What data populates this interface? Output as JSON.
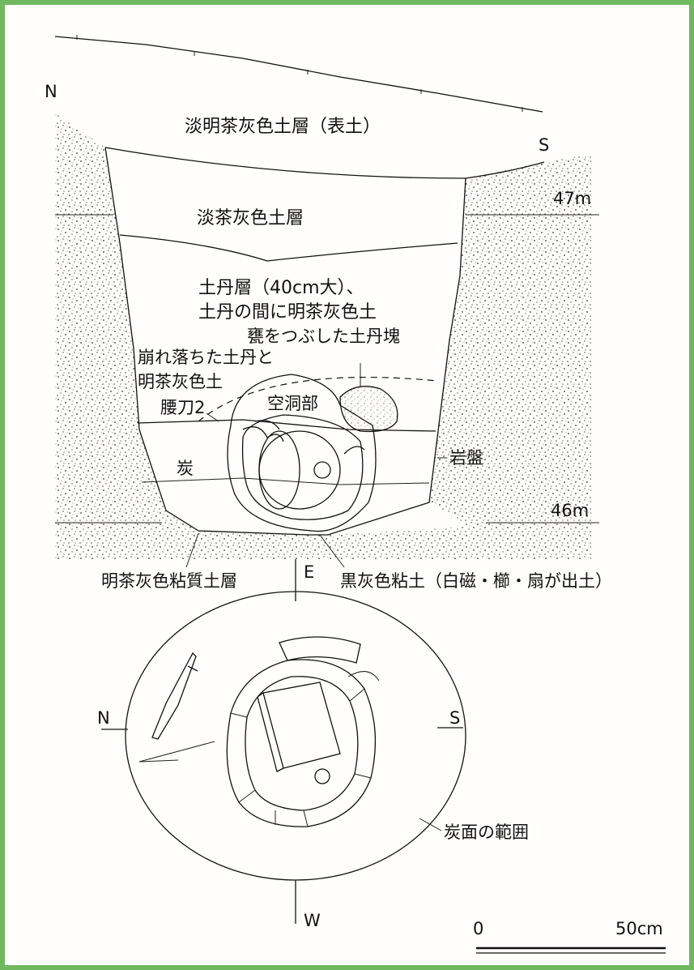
{
  "section": {
    "direction_north": "N",
    "direction_south": "S",
    "layers": {
      "topsoil": "淡明茶灰色土層（表土）",
      "light_brown_gray": "淡茶灰色土層",
      "clay_block_line1": "土丹層（40cm大）、",
      "clay_block_line2": "土丹の間に明茶灰色土",
      "crushed_block": "甕をつぶした土丹塊",
      "collapsed_line1": "崩れ落ちた土丹と",
      "collapsed_line2": "明茶灰色土",
      "sword": "腰刀2",
      "cavity": "空洞部",
      "charcoal": "炭",
      "bedrock": "岩盤",
      "bottom_left": "明茶灰色粘質土層",
      "bottom_right": "黒灰色粘土（白磁・櫛・扇が出土）"
    },
    "elevation_47": "47m",
    "elevation_46": "46m"
  },
  "plan": {
    "direction_east": "E",
    "direction_north": "N",
    "direction_south": "S",
    "direction_west": "W",
    "charcoal_extent": "炭面の範囲"
  },
  "scale_bar": {
    "start_label": "0",
    "end_label": "50cm"
  },
  "colors": {
    "frame_border": "#6fb85d",
    "ink": "#111111"
  }
}
